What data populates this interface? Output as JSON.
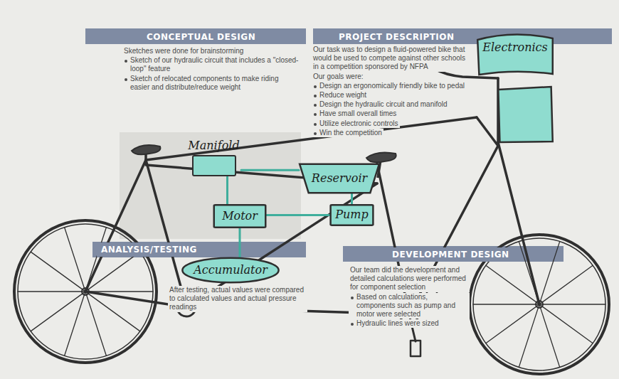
{
  "diagram": {
    "nodes": [
      {
        "text": [
          "Electronics"
        ]
      },
      {
        "text": [
          "Manifold"
        ]
      },
      {
        "text": [
          "Reservoir"
        ]
      },
      {
        "text": [
          "Motor"
        ]
      },
      {
        "text": [
          "Pump"
        ]
      },
      {
        "text": [
          "Accumulator"
        ]
      }
    ],
    "edges": [
      {
        "from": 1,
        "to": 2,
        "arrow": "none"
      },
      {
        "from": 1,
        "to": 3,
        "arrow": "none"
      },
      {
        "from": 2,
        "to": 4,
        "arrow": "none"
      },
      {
        "from": 4,
        "to": 3,
        "arrow": "none"
      },
      {
        "from": 3,
        "to": 5,
        "arrow": "none"
      }
    ],
    "labels": [
      "CONCEPTUAL DESIGN",
      "PROJECT DESCRIPTION",
      "Sketches were done for brainstorming",
      "Sketch of our hydraulic circuit that includes a \"closed-loop\" feature",
      "Sketch of relocated components to make riding easier and distribute/reduce weight",
      "Our task was to design a fluid-powered bike that would be used to compete against other schools in a competition sponsored by NFPA",
      "Our goals were:",
      "Design an ergonomically friendly bike to pedal",
      "Reduce weight",
      "Design the hydraulic circuit and manifold",
      "Have small overall times",
      "Utilize electronic controls",
      "Win the competition",
      "ANALYSIS/TESTING",
      "After testing, actual values were compared to calculated values and actual pressure readings",
      "DEVELOPMENT DESIGN",
      "Our team did the development and detailed calculations were performed for component selection",
      "Based on calculations, components such as pump and motor were selected",
      "Hydraulic lines were sized"
    ]
  }
}
